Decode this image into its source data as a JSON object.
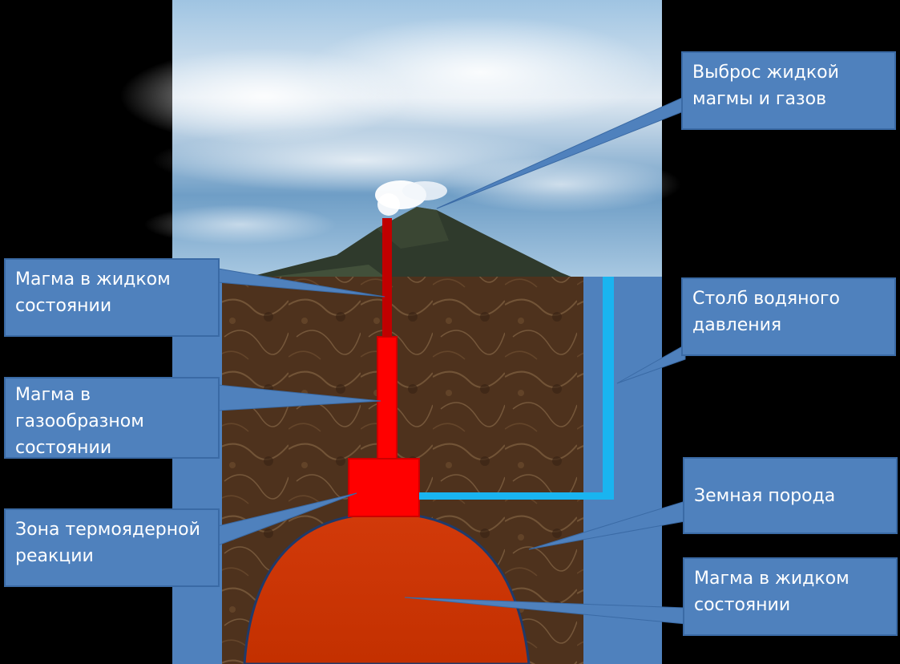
{
  "colors": {
    "background": "#000000",
    "panel_blue": "#4f81bd",
    "panel_border": "#3a6aa5",
    "rock_brown": "#5a3a22",
    "magma_gas_red": "#ff0000",
    "magma_liquid_orange": "#cc3300",
    "water_cyan": "#19b4f0",
    "vent_dark_red": "#b00000"
  },
  "labels": {
    "eruption": "Выброс жидкой\nмагмы и газов",
    "liquid_magma_top": "Магма в жидком\nсостоянии",
    "gaseous_magma": "Магма в\nгазообразном\nсостоянии",
    "fusion_zone": "Зона термоядерной\nреакции",
    "water_column": "Столб водяного\nдавления",
    "rock": "Земная порода",
    "liquid_magma_bottom": "Магма в жидком\nсостоянии"
  }
}
